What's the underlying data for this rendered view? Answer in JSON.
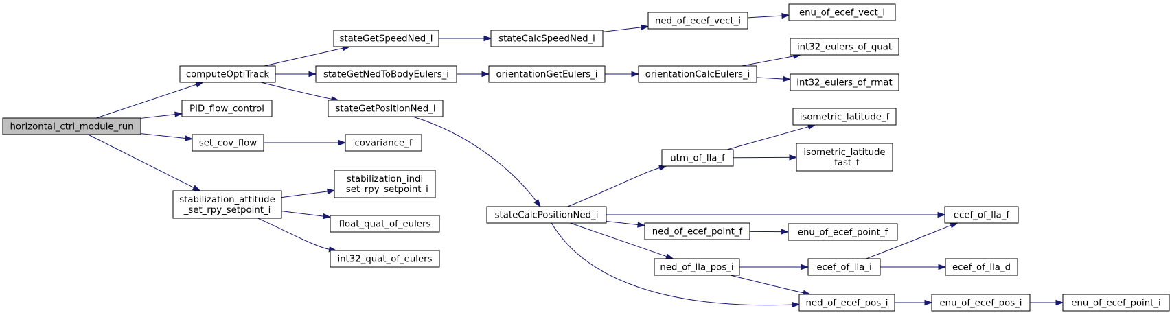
{
  "graph": {
    "root": "horizontal_ctrl_module_run",
    "nodes": [
      {
        "id": "horizontal_ctrl_module_run",
        "lines": [
          "horizontal_ctrl_module_run"
        ]
      },
      {
        "id": "computeOptiTrack",
        "lines": [
          "computeOptiTrack"
        ]
      },
      {
        "id": "PID_flow_control",
        "lines": [
          "PID_flow_control"
        ]
      },
      {
        "id": "set_cov_flow",
        "lines": [
          "set_cov_flow"
        ]
      },
      {
        "id": "stabilization_attitude_set_rpy_setpoint_i",
        "lines": [
          "stabilization_attitude",
          "_set_rpy_setpoint_i"
        ]
      },
      {
        "id": "stateGetSpeedNed_i",
        "lines": [
          "stateGetSpeedNed_i"
        ]
      },
      {
        "id": "stateGetNedToBodyEulers_i",
        "lines": [
          "stateGetNedToBodyEulers_i"
        ]
      },
      {
        "id": "stateGetPositionNed_i",
        "lines": [
          "stateGetPositionNed_i"
        ]
      },
      {
        "id": "covariance_f",
        "lines": [
          "covariance_f"
        ]
      },
      {
        "id": "stabilization_indi_set_rpy_setpoint_i",
        "lines": [
          "stabilization_indi",
          "_set_rpy_setpoint_i"
        ]
      },
      {
        "id": "float_quat_of_eulers",
        "lines": [
          "float_quat_of_eulers"
        ]
      },
      {
        "id": "int32_quat_of_eulers",
        "lines": [
          "int32_quat_of_eulers"
        ]
      },
      {
        "id": "stateCalcSpeedNed_i",
        "lines": [
          "stateCalcSpeedNed_i"
        ]
      },
      {
        "id": "orientationGetEulers_i",
        "lines": [
          "orientationGetEulers_i"
        ]
      },
      {
        "id": "stateCalcPositionNed_i",
        "lines": [
          "stateCalcPositionNed_i"
        ]
      },
      {
        "id": "ned_of_ecef_vect_i",
        "lines": [
          "ned_of_ecef_vect_i"
        ]
      },
      {
        "id": "orientationCalcEulers_i",
        "lines": [
          "orientationCalcEulers_i"
        ]
      },
      {
        "id": "utm_of_lla_f",
        "lines": [
          "utm_of_lla_f"
        ]
      },
      {
        "id": "ned_of_ecef_point_f",
        "lines": [
          "ned_of_ecef_point_f"
        ]
      },
      {
        "id": "ned_of_lla_pos_i",
        "lines": [
          "ned_of_lla_pos_i"
        ]
      },
      {
        "id": "enu_of_ecef_vect_i",
        "lines": [
          "enu_of_ecef_vect_i"
        ]
      },
      {
        "id": "int32_eulers_of_quat",
        "lines": [
          "int32_eulers_of_quat"
        ]
      },
      {
        "id": "int32_eulers_of_rmat",
        "lines": [
          "int32_eulers_of_rmat"
        ]
      },
      {
        "id": "isometric_latitude_f",
        "lines": [
          "isometric_latitude_f"
        ]
      },
      {
        "id": "isometric_latitude_fast_f",
        "lines": [
          "isometric_latitude",
          "_fast_f"
        ]
      },
      {
        "id": "ecef_of_lla_f",
        "lines": [
          "ecef_of_lla_f"
        ]
      },
      {
        "id": "enu_of_ecef_point_f",
        "lines": [
          "enu_of_ecef_point_f"
        ]
      },
      {
        "id": "ecef_of_lla_i",
        "lines": [
          "ecef_of_lla_i"
        ]
      },
      {
        "id": "ned_of_ecef_pos_i",
        "lines": [
          "ned_of_ecef_pos_i"
        ]
      },
      {
        "id": "ecef_of_lla_d",
        "lines": [
          "ecef_of_lla_d"
        ]
      },
      {
        "id": "enu_of_ecef_pos_i",
        "lines": [
          "enu_of_ecef_pos_i"
        ]
      },
      {
        "id": "enu_of_ecef_point_i",
        "lines": [
          "enu_of_ecef_point_i"
        ]
      }
    ],
    "edges": [
      {
        "from": "horizontal_ctrl_module_run",
        "to": "computeOptiTrack"
      },
      {
        "from": "horizontal_ctrl_module_run",
        "to": "PID_flow_control"
      },
      {
        "from": "horizontal_ctrl_module_run",
        "to": "set_cov_flow"
      },
      {
        "from": "horizontal_ctrl_module_run",
        "to": "stabilization_attitude_set_rpy_setpoint_i"
      },
      {
        "from": "computeOptiTrack",
        "to": "stateGetSpeedNed_i"
      },
      {
        "from": "computeOptiTrack",
        "to": "stateGetNedToBodyEulers_i"
      },
      {
        "from": "computeOptiTrack",
        "to": "stateGetPositionNed_i"
      },
      {
        "from": "set_cov_flow",
        "to": "covariance_f"
      },
      {
        "from": "stabilization_attitude_set_rpy_setpoint_i",
        "to": "stabilization_indi_set_rpy_setpoint_i"
      },
      {
        "from": "stabilization_attitude_set_rpy_setpoint_i",
        "to": "float_quat_of_eulers"
      },
      {
        "from": "stabilization_attitude_set_rpy_setpoint_i",
        "to": "int32_quat_of_eulers"
      },
      {
        "from": "stateGetSpeedNed_i",
        "to": "stateCalcSpeedNed_i"
      },
      {
        "from": "stateCalcSpeedNed_i",
        "to": "ned_of_ecef_vect_i"
      },
      {
        "from": "ned_of_ecef_vect_i",
        "to": "enu_of_ecef_vect_i"
      },
      {
        "from": "stateGetNedToBodyEulers_i",
        "to": "orientationGetEulers_i"
      },
      {
        "from": "orientationGetEulers_i",
        "to": "orientationCalcEulers_i"
      },
      {
        "from": "orientationCalcEulers_i",
        "to": "int32_eulers_of_quat"
      },
      {
        "from": "orientationCalcEulers_i",
        "to": "int32_eulers_of_rmat"
      },
      {
        "from": "stateGetPositionNed_i",
        "to": "stateCalcPositionNed_i"
      },
      {
        "from": "stateCalcPositionNed_i",
        "to": "utm_of_lla_f"
      },
      {
        "from": "stateCalcPositionNed_i",
        "to": "ecef_of_lla_f"
      },
      {
        "from": "stateCalcPositionNed_i",
        "to": "ned_of_ecef_point_f"
      },
      {
        "from": "stateCalcPositionNed_i",
        "to": "ned_of_lla_pos_i"
      },
      {
        "from": "stateCalcPositionNed_i",
        "to": "ned_of_ecef_pos_i"
      },
      {
        "from": "utm_of_lla_f",
        "to": "isometric_latitude_f"
      },
      {
        "from": "utm_of_lla_f",
        "to": "isometric_latitude_fast_f"
      },
      {
        "from": "ned_of_ecef_point_f",
        "to": "enu_of_ecef_point_f"
      },
      {
        "from": "ned_of_lla_pos_i",
        "to": "ecef_of_lla_i"
      },
      {
        "from": "ned_of_lla_pos_i",
        "to": "ned_of_ecef_pos_i"
      },
      {
        "from": "ecef_of_lla_i",
        "to": "ecef_of_lla_f"
      },
      {
        "from": "ecef_of_lla_i",
        "to": "ecef_of_lla_d"
      },
      {
        "from": "ned_of_ecef_pos_i",
        "to": "enu_of_ecef_pos_i"
      },
      {
        "from": "enu_of_ecef_pos_i",
        "to": "enu_of_ecef_point_i"
      }
    ]
  }
}
